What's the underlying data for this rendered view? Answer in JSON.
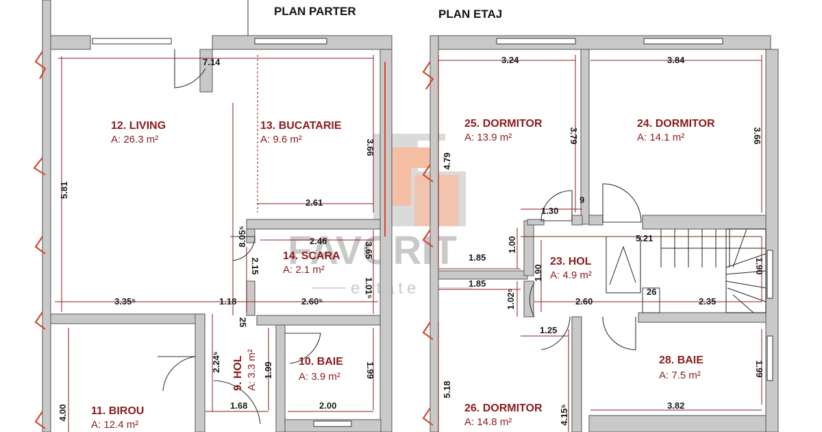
{
  "plans": {
    "ground_title": "PLAN PARTER",
    "upper_title": "PLAN ETAJ"
  },
  "watermark": {
    "brand": "FAVORIT",
    "sub": "estate"
  },
  "rooms": {
    "living": {
      "name": "12. LIVING",
      "area": "A: 26.3 m²"
    },
    "kitchen": {
      "name": "13. BUCATARIE",
      "area": "A: 9.6 m²"
    },
    "stairs": {
      "name": "14. SCARA",
      "area": "A: 2.1 m²"
    },
    "bath10": {
      "name": "10. BAIE",
      "area": "A: 3.9 m²"
    },
    "hall9": {
      "name": "9. HOL",
      "area": "A: 3.3 m²"
    },
    "office": {
      "name": "11. BIROU",
      "area": "A: 12.4 m²"
    },
    "bed25": {
      "name": "25. DORMITOR",
      "area": "A: 13.9 m²"
    },
    "bed24": {
      "name": "24. DORMITOR",
      "area": "A: 14.1 m²"
    },
    "hall23": {
      "name": "23. HOL",
      "area": "A: 4.9 m²"
    },
    "bath28": {
      "name": "28. BAIE",
      "area": "A: 7.5 m²"
    },
    "bed26": {
      "name": "26. DORMITOR",
      "area": "A: 14.8 m²"
    }
  },
  "dims": {
    "d714": "7.14",
    "d581": "5.81",
    "d366a": "3.66",
    "d261": "2.61",
    "d805": "8.05⁵",
    "d246": "2.46",
    "d215": "2.15",
    "d365": "3.65",
    "d335": "3.35⁵",
    "d118": "1.18",
    "d260a": "2.60⁵",
    "d101": "1.01⁵",
    "d25": "25",
    "d224": "2.24⁵",
    "d199a": "1.99",
    "d199b": "1.99",
    "d168": "1.68",
    "d200": "2.00",
    "d400": "4.00",
    "d324": "3.24",
    "d384": "3.84",
    "d479": "4.79",
    "d379": "3.79",
    "d366b": "3.66",
    "d130": "1.30",
    "d9": "9",
    "d521": "5.21",
    "d100": "1.00",
    "d185a": "1.85",
    "d185b": "1.85",
    "d190a": "1.90",
    "d190b": "1.90",
    "d102": "1.02⁵",
    "d260b": "2.60",
    "d26": "26",
    "d235": "2.35",
    "d125": "1.25",
    "d199c": "1.99",
    "d382": "3.82",
    "d518": "5.18",
    "d415": "4.15⁵"
  }
}
